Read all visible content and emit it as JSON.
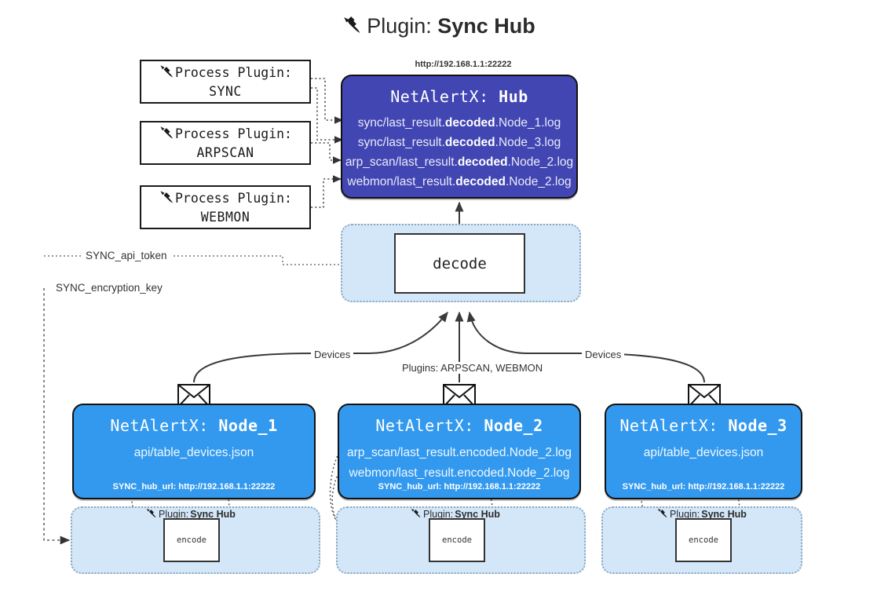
{
  "title": {
    "icon": "plug-icon",
    "prefix": "Plugin:",
    "name": "Sync Hub"
  },
  "process_plugins": [
    {
      "icon": "plug-icon",
      "line1": "Process Plugin:",
      "line2": "SYNC"
    },
    {
      "icon": "plug-icon",
      "line1": "Process Plugin:",
      "line2": "ARPSCAN"
    },
    {
      "icon": "plug-icon",
      "line1": "Process Plugin:",
      "line2": "WEBMON"
    }
  ],
  "hub": {
    "url": "http://192.168.1.1:22222",
    "app": "NetAlertX:",
    "name": "Hub",
    "logs": [
      {
        "pre": "sync/last_result.",
        "mid": "decoded",
        "post": ".Node_1.log"
      },
      {
        "pre": "sync/last_result.",
        "mid": "decoded",
        "post": ".Node_3.log"
      },
      {
        "pre": "arp_scan/last_result.",
        "mid": "decoded",
        "post": ".Node_2.log"
      },
      {
        "pre": "webmon/last_result.",
        "mid": "decoded",
        "post": ".Node_2.log"
      }
    ]
  },
  "decode": {
    "label": "decode"
  },
  "keys": {
    "api_token": "SYNC_api_token",
    "encryption_key": "SYNC_encryption_key"
  },
  "edges": {
    "devices_left": "Devices",
    "devices_right": "Devices",
    "plugins_center": "Plugins: ARPSCAN, WEBMON"
  },
  "nodes": [
    {
      "app": "NetAlertX:",
      "name": "Node_1",
      "files": [
        "api/table_devices.json"
      ],
      "hub_url": "SYNC_hub_url: http://192.168.1.1:22222",
      "icon": "envelope-icon"
    },
    {
      "app": "NetAlertX:",
      "name": "Node_2",
      "files": [
        "arp_scan/last_result.encoded.Node_2.log",
        "webmon/last_result.encoded.Node_2.log"
      ],
      "hub_url": "SYNC_hub_url: http://192.168.1.1:22222",
      "icon": "envelope-icon"
    },
    {
      "app": "NetAlertX:",
      "name": "Node_3",
      "files": [
        "api/table_devices.json"
      ],
      "hub_url": "SYNC_hub_url: http://192.168.1.1:22222",
      "icon": "envelope-icon"
    }
  ],
  "encoders": [
    {
      "icon": "plug-icon",
      "prefix": "Plugin:",
      "name": "Sync Hub",
      "box": "encode"
    },
    {
      "icon": "plug-icon",
      "prefix": "Plugin:",
      "name": "Sync Hub",
      "box": "encode"
    },
    {
      "icon": "plug-icon",
      "prefix": "Plugin:",
      "name": "Sync Hub",
      "box": "encode"
    }
  ],
  "colors": {
    "hub": "#4246b2",
    "node": "#3399ee",
    "container": "#d4e7f9",
    "stroke": "#111111"
  }
}
